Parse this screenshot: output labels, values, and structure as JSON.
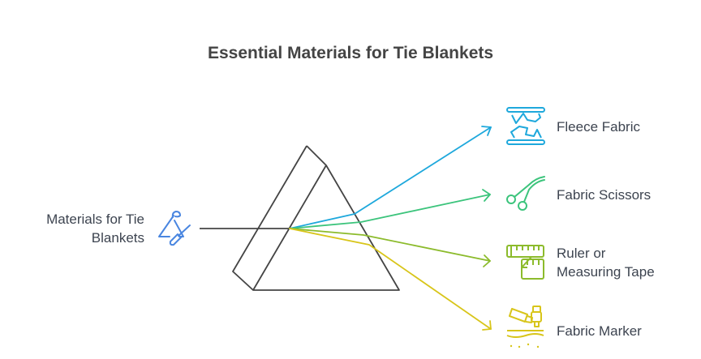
{
  "title": "Essential Materials for Tie Blankets",
  "source": {
    "line1": "Materials for Tie",
    "line2": "Blankets",
    "icon": "hanger-icon",
    "color": "#4a86e0"
  },
  "outputs": [
    {
      "line1": "Fleece Fabric",
      "line2": "",
      "icon": "fleece-fabric-icon",
      "color": "#1ea8dc"
    },
    {
      "line1": "Fabric Scissors",
      "line2": "",
      "icon": "scissors-icon",
      "color": "#3cc47c"
    },
    {
      "line1": "Ruler or",
      "line2": "Measuring Tape",
      "icon": "measuring-tape-icon",
      "color": "#8cbb2c"
    },
    {
      "line1": "Fabric Marker",
      "line2": "",
      "icon": "marker-icon",
      "color": "#d8c51a"
    }
  ]
}
